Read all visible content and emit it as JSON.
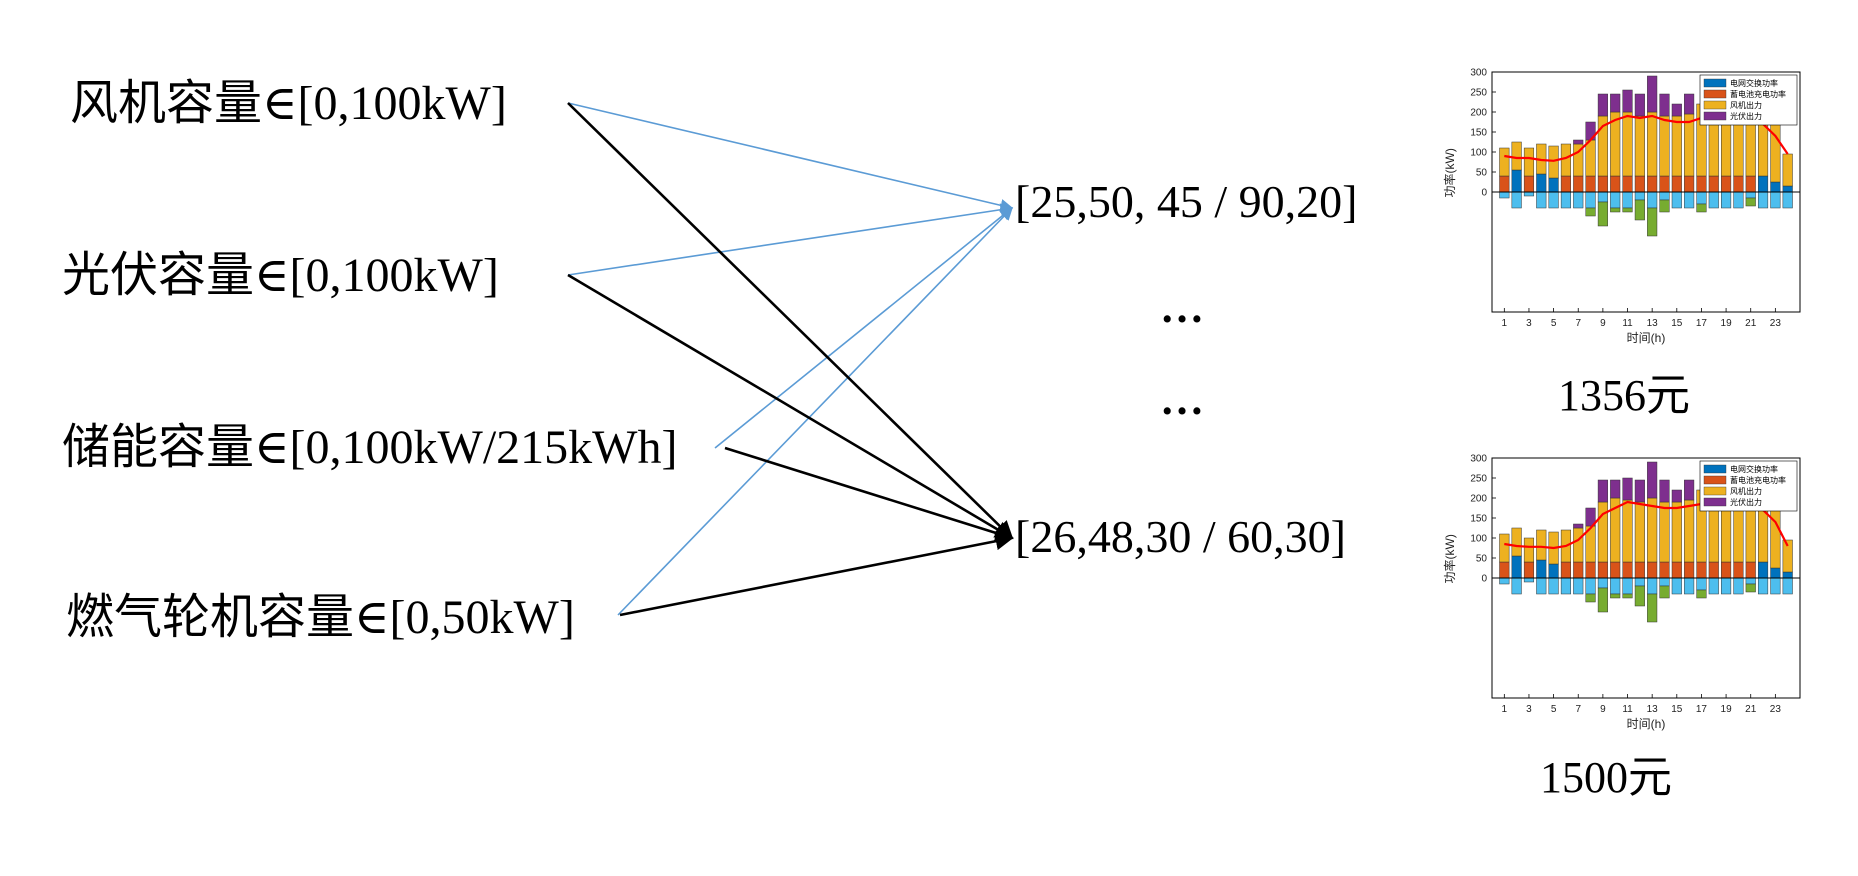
{
  "inputs": [
    {
      "label": "风机容量∈[0,100kW]"
    },
    {
      "label": "光伏容量∈[0,100kW]"
    },
    {
      "label": "储能容量∈[0,100kW/215kWh]"
    },
    {
      "label": "燃气轮机容量∈[0,50kW]"
    }
  ],
  "outputs": [
    {
      "label": "[25,50, 45 / 90,20]"
    },
    {
      "label": "[26,48,30 / 60,30]"
    }
  ],
  "ellipsis": [
    "…",
    "…"
  ],
  "colors": {
    "blue_arrow": "#5b9bd5",
    "black_arrow": "#000000"
  },
  "charts": [
    {
      "cost": "1356元",
      "chart_data": {
        "type": "bar",
        "stacked": true,
        "ylabel": "功率(kW)",
        "xlabel": "时间(h)",
        "ylim": [
          -300,
          300
        ],
        "yticks": [
          0,
          50,
          100,
          150,
          200,
          250,
          300
        ],
        "xticks": [
          1,
          3,
          5,
          7,
          9,
          11,
          13,
          15,
          17,
          19,
          21,
          23
        ],
        "categories": [
          1,
          2,
          3,
          4,
          5,
          6,
          7,
          8,
          9,
          10,
          11,
          12,
          13,
          14,
          15,
          16,
          17,
          18,
          19,
          20,
          21,
          22,
          23,
          24
        ],
        "legend_position": "top-right",
        "series": [
          {
            "name": "电网交换功率",
            "color": "#0072bd",
            "values": [
              0,
              55,
              0,
              45,
              35,
              0,
              0,
              0,
              0,
              0,
              0,
              0,
              0,
              0,
              0,
              0,
              0,
              0,
              0,
              0,
              0,
              40,
              25,
              15
            ]
          },
          {
            "name": "蓄电池充电功率",
            "color": "#d95319",
            "values": [
              40,
              0,
              40,
              0,
              0,
              40,
              40,
              40,
              40,
              40,
              40,
              40,
              40,
              40,
              40,
              40,
              40,
              40,
              40,
              40,
              40,
              0,
              0,
              0
            ]
          },
          {
            "name": "风机出力",
            "color": "#edb120",
            "values": [
              70,
              70,
              70,
              75,
              80,
              80,
              80,
              90,
              150,
              160,
              160,
              150,
              160,
              150,
              150,
              155,
              180,
              200,
              200,
              200,
              200,
              160,
              145,
              80
            ]
          },
          {
            "name": "光伏出力",
            "color": "#7e2f8e",
            "values": [
              0,
              0,
              0,
              0,
              0,
              0,
              10,
              45,
              55,
              45,
              55,
              55,
              90,
              55,
              30,
              50,
              0,
              0,
              0,
              0,
              0,
              0,
              0,
              0
            ]
          },
          {
            "name": "",
            "color": "#4dbeee",
            "values": [
              -15,
              -40,
              -10,
              -40,
              -40,
              -40,
              -40,
              -40,
              -25,
              -40,
              -40,
              -20,
              -40,
              -20,
              -40,
              -40,
              -30,
              -40,
              -40,
              -40,
              -15,
              -40,
              -40,
              -40
            ]
          },
          {
            "name": "",
            "color": "#77ac30",
            "values": [
              0,
              0,
              0,
              0,
              0,
              0,
              0,
              -20,
              -60,
              -10,
              -10,
              -50,
              -70,
              -30,
              0,
              0,
              -20,
              0,
              0,
              0,
              -20,
              0,
              0,
              0
            ]
          }
        ],
        "line": {
          "color": "#ff0000",
          "values": [
            90,
            85,
            85,
            80,
            78,
            85,
            100,
            130,
            165,
            180,
            190,
            185,
            190,
            180,
            175,
            175,
            185,
            190,
            195,
            195,
            190,
            170,
            140,
            95
          ]
        }
      }
    },
    {
      "cost": "1500元",
      "chart_data": {
        "type": "bar",
        "stacked": true,
        "ylabel": "功率(kW)",
        "xlabel": "时间(h)",
        "ylim": [
          -300,
          300
        ],
        "yticks": [
          0,
          50,
          100,
          150,
          200,
          250,
          300
        ],
        "xticks": [
          1,
          3,
          5,
          7,
          9,
          11,
          13,
          15,
          17,
          19,
          21,
          23
        ],
        "categories": [
          1,
          2,
          3,
          4,
          5,
          6,
          7,
          8,
          9,
          10,
          11,
          12,
          13,
          14,
          15,
          16,
          17,
          18,
          19,
          20,
          21,
          22,
          23,
          24
        ],
        "legend_position": "top-right",
        "series": [
          {
            "name": "电网交换功率",
            "color": "#0072bd",
            "values": [
              0,
              55,
              0,
              45,
              35,
              0,
              0,
              0,
              0,
              0,
              0,
              0,
              0,
              0,
              0,
              0,
              0,
              0,
              0,
              0,
              0,
              40,
              25,
              15
            ]
          },
          {
            "name": "蓄电池充电功率",
            "color": "#d95319",
            "values": [
              40,
              0,
              40,
              0,
              0,
              40,
              40,
              40,
              40,
              40,
              40,
              40,
              40,
              40,
              40,
              40,
              40,
              40,
              40,
              40,
              40,
              0,
              0,
              0
            ]
          },
          {
            "name": "风机出力",
            "color": "#edb120",
            "values": [
              70,
              70,
              60,
              75,
              80,
              80,
              85,
              90,
              150,
              160,
              155,
              150,
              160,
              150,
              150,
              155,
              180,
              200,
              200,
              200,
              200,
              160,
              145,
              80
            ]
          },
          {
            "name": "光伏出力",
            "color": "#7e2f8e",
            "values": [
              0,
              0,
              0,
              0,
              0,
              0,
              10,
              45,
              55,
              45,
              55,
              55,
              90,
              55,
              30,
              50,
              0,
              0,
              0,
              0,
              0,
              0,
              0,
              0
            ]
          },
          {
            "name": "",
            "color": "#4dbeee",
            "values": [
              -15,
              -40,
              -10,
              -40,
              -40,
              -40,
              -40,
              -40,
              -25,
              -40,
              -40,
              -20,
              -40,
              -20,
              -40,
              -40,
              -30,
              -40,
              -40,
              -40,
              -15,
              -40,
              -40,
              -40
            ]
          },
          {
            "name": "",
            "color": "#77ac30",
            "values": [
              0,
              0,
              0,
              0,
              0,
              0,
              0,
              -20,
              -60,
              -10,
              -10,
              -50,
              -70,
              -30,
              0,
              0,
              -20,
              0,
              0,
              0,
              -20,
              0,
              0,
              0
            ]
          }
        ],
        "line": {
          "color": "#ff0000",
          "values": [
            85,
            80,
            78,
            78,
            75,
            80,
            95,
            125,
            160,
            175,
            190,
            185,
            180,
            175,
            175,
            180,
            185,
            190,
            195,
            195,
            190,
            170,
            140,
            80
          ]
        }
      }
    }
  ]
}
